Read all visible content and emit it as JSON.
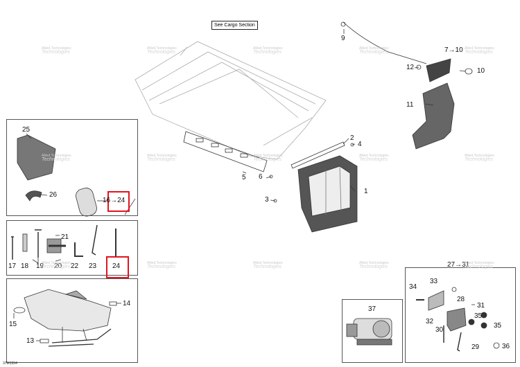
{
  "reference_label": "See Cargo Section",
  "document_id": "37M1554",
  "watermark": {
    "line1": "Allied Technologies",
    "line2": "Technologies"
  },
  "callouts": {
    "c1": "1",
    "c2": "2",
    "c3": "3",
    "c4": "4",
    "c5": "5",
    "c6": "6",
    "c7_10": "7→10",
    "c9": "9",
    "c10": "10",
    "c11": "11",
    "c12": "12",
    "c13": "13",
    "c14": "14",
    "c15": "15",
    "c16_24": "16→24",
    "c17": "17",
    "c18": "18",
    "c19": "19",
    "c20": "20",
    "c21": "21",
    "c22": "22",
    "c23": "23",
    "c24": "24",
    "c25": "25",
    "c26": "26",
    "c27_31": "27→31",
    "c28": "28",
    "c29": "29",
    "c30": "30",
    "c31": "31",
    "c32": "32",
    "c33": "33",
    "c34": "34",
    "c35a": "35",
    "c35b": "35",
    "c36": "36",
    "c37": "37"
  },
  "highlight_color": "#e0141e"
}
